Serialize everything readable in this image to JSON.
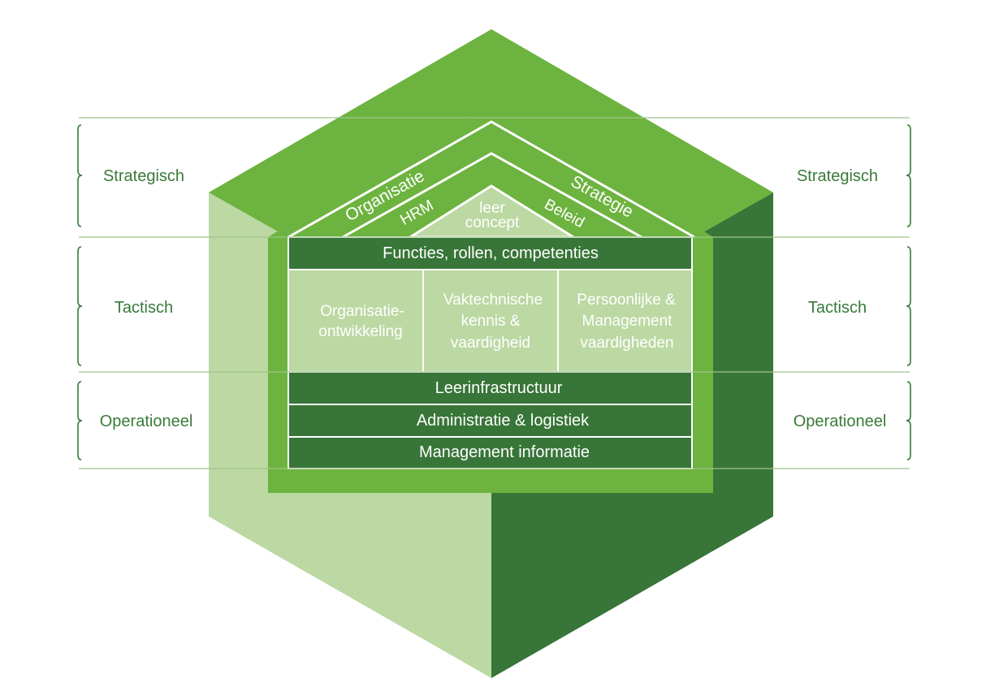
{
  "colors": {
    "top_face": "#6db33f",
    "left_face": "#bcd8a3",
    "right_face": "#387538",
    "house_frame": "#6db33f",
    "dark_bar": "#387538",
    "light_cell": "#bcd8a3",
    "label_text": "#3a7a3a",
    "separator_line": "#387538"
  },
  "levels": {
    "strategic": "Strategisch",
    "tactical": "Tactisch",
    "operational": "Operationeel"
  },
  "roof": {
    "outer_left": "Organisatie",
    "outer_right": "Strategie",
    "middle_left": "HRM",
    "middle_right": "Beleid",
    "inner_line1": "leer",
    "inner_line2": "concept"
  },
  "house": {
    "functions_bar": "Functies, rollen, competenties",
    "cells": [
      {
        "line1": "Organisatie-",
        "line2": "ontwikkeling",
        "line3": ""
      },
      {
        "line1": "Vaktechnische",
        "line2": "kennis &",
        "line3": "vaardigheid"
      },
      {
        "line1": "Persoonlijke &",
        "line2": "Management",
        "line3": "vaardigheden"
      }
    ],
    "bars": [
      "Leerinfrastructuur",
      "Administratie & logistiek",
      "Management informatie"
    ]
  }
}
